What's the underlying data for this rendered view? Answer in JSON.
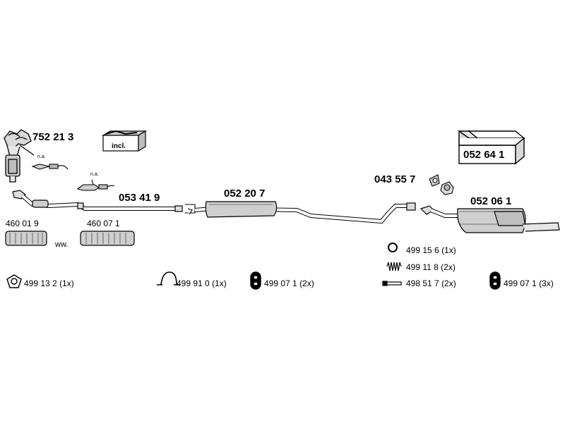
{
  "main_parts": {
    "manifold": "752 21 3",
    "front_pipe": "053 41 9",
    "center_silencer": "052 20 7",
    "bracket_bolt": "043 55 7",
    "rear_silencer": "052 06 1",
    "kit_box": "052 64 1"
  },
  "incl_label": "incl.",
  "na_labels": [
    "n.a.",
    "n.a."
  ],
  "flex_pipes": [
    "460 01 9",
    "460 07 1"
  ],
  "ww_label": "ww.",
  "accessories": [
    {
      "code": "499 13 2",
      "qty": "(1x)",
      "icon": "gasket-icon"
    },
    {
      "code": "499 91 0",
      "qty": "(1x)",
      "icon": "clamp-icon"
    },
    {
      "code": "499 07 1",
      "qty": "(2x)",
      "icon": "rubber-hanger-icon"
    },
    {
      "code": "499 15 6",
      "qty": "(1x)",
      "icon": "ring-icon"
    },
    {
      "code": "499 11 8",
      "qty": "(2x)",
      "icon": "spring-icon"
    },
    {
      "code": "498 51 7",
      "qty": "(2x)",
      "icon": "bolt-icon"
    },
    {
      "code": "499 07 1",
      "qty": "(3x)",
      "icon": "rubber-hanger-icon"
    }
  ]
}
